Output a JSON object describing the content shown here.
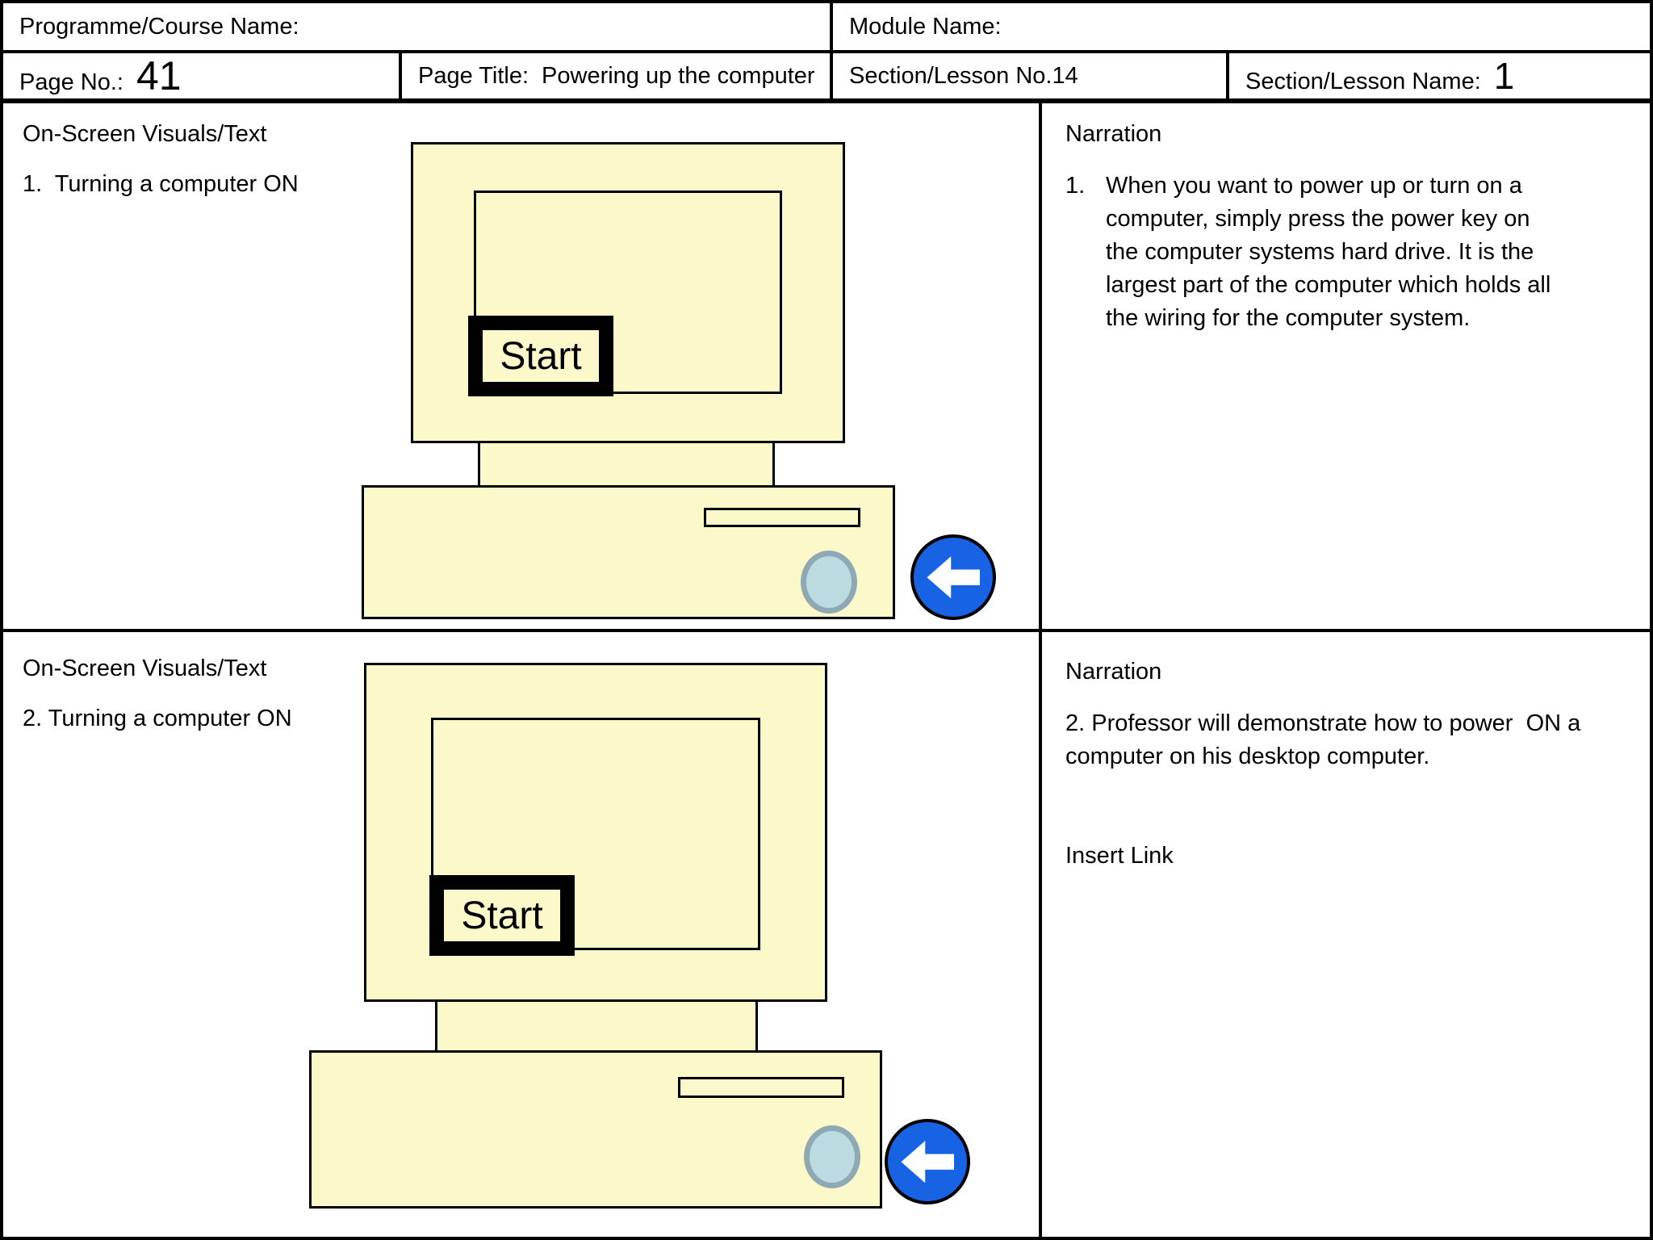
{
  "header": {
    "programme_label": "Programme/Course Name:",
    "module_label": "Module Name:",
    "page_no_label": "Page No.:",
    "page_no_value": "41",
    "page_title_label": "Page Title:",
    "page_title_value": "Powering up the computer",
    "section_no_label": "Section/Lesson No.14",
    "section_name_label": "Section/Lesson Name:",
    "section_name_value": "1"
  },
  "row1": {
    "visuals_heading": "On-Screen Visuals/Text",
    "visuals_item": "1.  Turning a computer ON",
    "narration_heading": "Narration",
    "narration_number": "1.",
    "narration_text": "When you want to power up or turn on a\ncomputer, simply press the power key on\nthe computer systems hard drive. It is the\nlargest part of the computer which holds all\nthe wiring for the computer system.",
    "start_label": "Start"
  },
  "row2": {
    "visuals_heading": "On-Screen Visuals/Text",
    "visuals_item": "2. Turning a computer ON",
    "narration_heading": "Narration",
    "narration_text": "2. Professor will demonstrate how to power  ON a\ncomputer on his desktop computer.",
    "insert_link_label": "Insert Link",
    "start_label": "Start"
  },
  "colors": {
    "illustration_fill": "#FBF9C9",
    "power_button_fill": "#BCDBE1",
    "power_button_border": "#8EA9B4",
    "arrow_sign_blue": "#1763E3",
    "line_color": "#000000"
  }
}
